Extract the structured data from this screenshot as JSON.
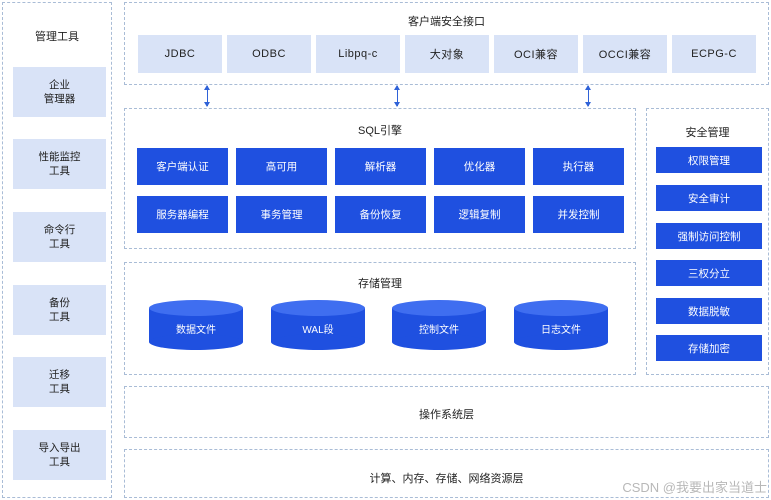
{
  "tools": {
    "title": "管理工具",
    "items": [
      "企业\n管理器",
      "性能监控\n工具",
      "命令行\n工具",
      "备份\n工具",
      "迁移\n工具",
      "导入导出\n工具"
    ]
  },
  "client_interface": {
    "title": "客户端安全接口",
    "items": [
      "JDBC",
      "ODBC",
      "Libpq-c",
      "大对象",
      "OCI兼容",
      "OCCI兼容",
      "ECPG-C"
    ]
  },
  "sql_engine": {
    "title": "SQL引擎",
    "row1": [
      "客户端认证",
      "高可用",
      "解析器",
      "优化器",
      "执行器"
    ],
    "row2": [
      "服务器编程",
      "事务管理",
      "备份恢复",
      "逻辑复制",
      "并发控制"
    ]
  },
  "security": {
    "title": "安全管理",
    "items": [
      "权限管理",
      "安全审计",
      "强制访问控制",
      "三权分立",
      "数据脱敏",
      "存储加密"
    ]
  },
  "storage": {
    "title": "存储管理",
    "items": [
      "数据文件",
      "WAL段",
      "控制文件",
      "日志文件"
    ]
  },
  "os_layer": "操作系统层",
  "resource_layer": "计算、内存、存储、网络资源层",
  "watermark": "CSDN @我要出家当道士",
  "colors": {
    "primary_blue": "#1f50e0",
    "light_blue": "#d9e3f7",
    "border": "#a9bcd6"
  }
}
